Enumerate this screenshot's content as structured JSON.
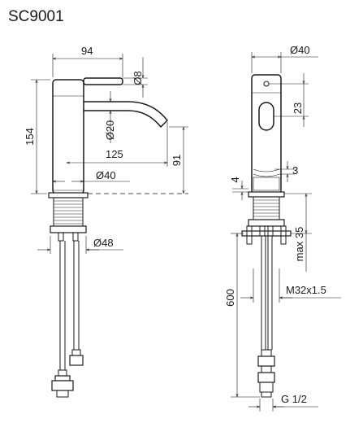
{
  "title": "SC9001",
  "front_view": {
    "dims": {
      "spout_reach": "94",
      "lever_diameter": "Ø8",
      "height": "154",
      "spout_diameter": "Ø20",
      "outlet_projection": "125",
      "outlet_height": "91",
      "body_diameter": "Ø40",
      "hole_diameter": "Ø48"
    }
  },
  "side_view": {
    "dims": {
      "body_diameter": "Ø40",
      "lever_slot": "23",
      "gap_left": "4",
      "gap_right": "3",
      "max_thickness": "max 35",
      "hose_length": "600",
      "thread": "M32x1.5",
      "connection": "G 1/2"
    }
  }
}
